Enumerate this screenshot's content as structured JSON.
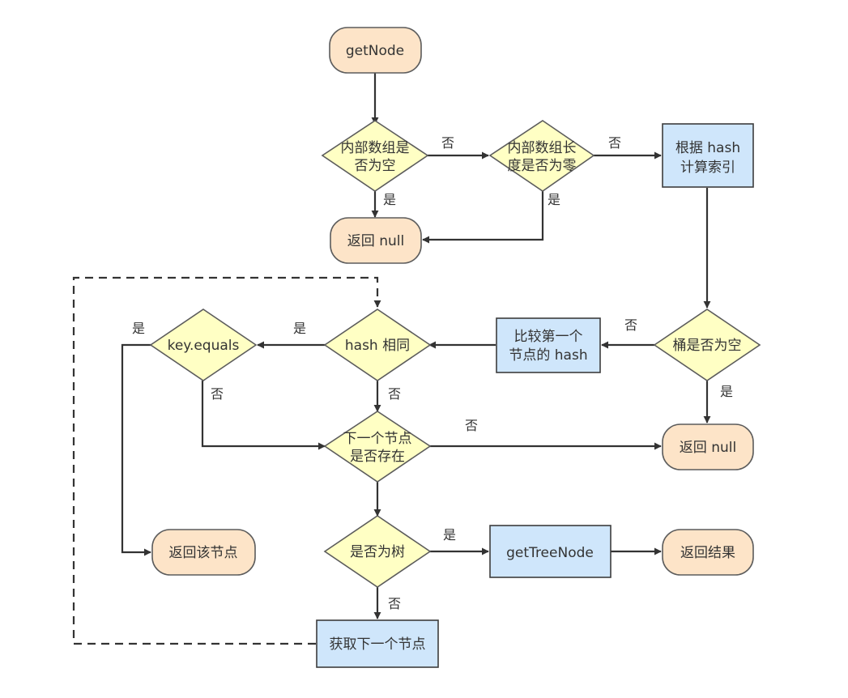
{
  "nodes": {
    "get_node": "getNode",
    "array_empty_line1": "内部数组是",
    "array_empty_line2": "否为空",
    "array_len_line1": "内部数组长",
    "array_len_line2": "度是否为零",
    "calc_index_line1": "根据 hash",
    "calc_index_line2": "计算索引",
    "return_null_top": "返回 null",
    "bucket_empty": "桶是否为空",
    "compare_first_line1": "比较第一个",
    "compare_first_line2": "节点的 hash",
    "hash_same": "hash 相同",
    "key_equals": "key.equals",
    "next_exists_line1": "下一个节点",
    "next_exists_line2": "是否存在",
    "return_null_mid": "返回 null",
    "return_node": "返回该节点",
    "is_tree": "是否为树",
    "get_tree_node": "getTreeNode",
    "return_result": "返回结果",
    "get_next": "获取下一个节点"
  },
  "edge_labels": {
    "array_empty_no": "否",
    "array_empty_yes": "是",
    "array_len_no": "否",
    "array_len_yes": "是",
    "bucket_no": "否",
    "bucket_yes": "是",
    "hash_yes": "是",
    "hash_no": "否",
    "key_yes": "是",
    "key_no": "否",
    "next_no": "否",
    "tree_yes": "是",
    "tree_no": "否"
  },
  "colors": {
    "terminal_fill": "#fde4c8",
    "process_fill": "#cfe6fb",
    "decision_fill": "#ffffc4",
    "line": "#333333"
  }
}
